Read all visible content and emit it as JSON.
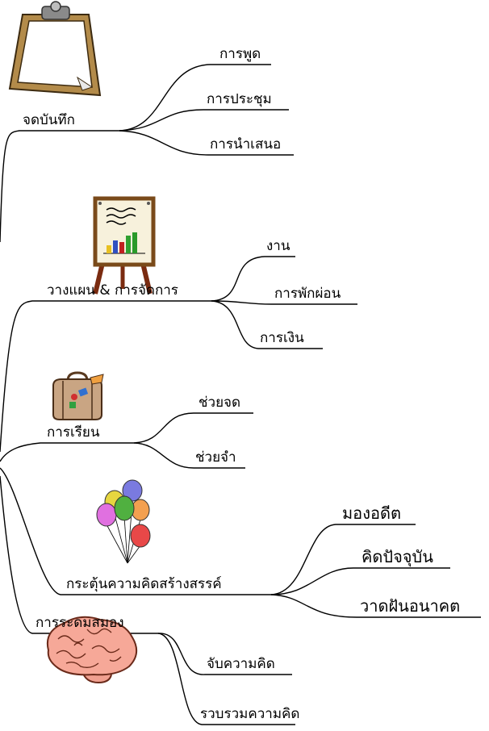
{
  "mindmap": {
    "branches": [
      {
        "label": "จดบันทึก",
        "icon": "clipboard-icon",
        "children": [
          "การพูด",
          "การประชุม",
          "การนำเสนอ"
        ]
      },
      {
        "label": "วางแผน & การจัดการ",
        "icon": "presentation-easel-icon",
        "children": [
          "งาน",
          "การพักผ่อน",
          "การเงิน"
        ]
      },
      {
        "label": "การเรียน",
        "icon": "briefcase-icon",
        "children": [
          "ช่วยจด",
          "ช่วยจำ"
        ]
      },
      {
        "label": "กระตุ้นความคิดสร้างสรรค์",
        "icon": "balloons-icon",
        "children": [
          "มองอดีต",
          "คิดปัจจุบัน",
          "วาดฝันอนาคต"
        ]
      },
      {
        "label": "การระดมสมอง",
        "icon": "brain-icon",
        "children": [
          "จับความคิด",
          "รวบรวมความคิด"
        ]
      }
    ]
  }
}
